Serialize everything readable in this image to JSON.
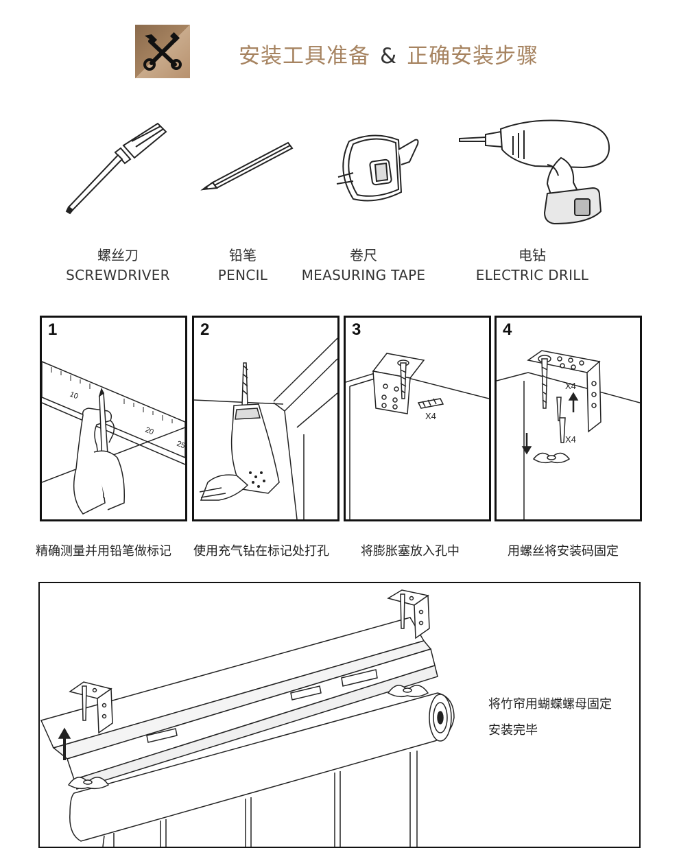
{
  "header": {
    "title_left": "安装工具准备",
    "title_amp": "&",
    "title_right": "正确安装步骤",
    "accent_color": "#a68360",
    "logo_icon": "tools-icon"
  },
  "tools": [
    {
      "cn": "螺丝刀",
      "en": "SCREWDRIVER",
      "icon": "screwdriver-icon"
    },
    {
      "cn": "铅笔",
      "en": "PENCIL",
      "icon": "pencil-icon"
    },
    {
      "cn": "卷尺",
      "en": "MEASURING TAPE",
      "icon": "measuring-tape-icon"
    },
    {
      "cn": "电钻",
      "en": "ELECTRIC DRILL",
      "icon": "electric-drill-icon"
    }
  ],
  "steps": [
    {
      "number": "1",
      "caption": "精确测量并用铅笔做标记",
      "ruler_marks": [
        "10",
        "20",
        "25"
      ]
    },
    {
      "number": "2",
      "caption": "使用充气钻在标记处打孔"
    },
    {
      "number": "3",
      "caption": "将膨胀塞放入孔中",
      "count_label": "X4"
    },
    {
      "number": "4",
      "caption": "用螺丝将安装码固定",
      "count_label_a": "X4",
      "count_label_b": "X4"
    }
  ],
  "final": {
    "line1": "将竹帘用蝴蝶螺母固定",
    "line2": "安装完毕"
  }
}
